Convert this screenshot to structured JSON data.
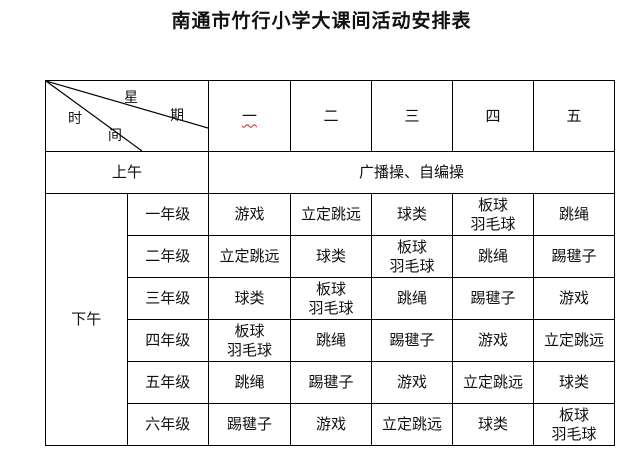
{
  "title": "南通市竹行小学大课间活动安排表",
  "header": {
    "corner": {
      "top_right": "星",
      "right": "期",
      "left": "时",
      "bottom": "间"
    },
    "days": [
      "一",
      "二",
      "三",
      "四",
      "五"
    ]
  },
  "morning": {
    "label": "上午",
    "activity": "广播操、自编操"
  },
  "afternoon": {
    "label": "下午",
    "rows": [
      {
        "grade": "一年级",
        "cells": [
          [
            "游戏"
          ],
          [
            "立定跳远"
          ],
          [
            "球类"
          ],
          [
            "板球",
            "羽毛球"
          ],
          [
            "跳绳"
          ]
        ]
      },
      {
        "grade": "二年级",
        "cells": [
          [
            "立定跳远"
          ],
          [
            "球类"
          ],
          [
            "板球",
            "羽毛球"
          ],
          [
            "跳绳"
          ],
          [
            "踢毽子"
          ]
        ]
      },
      {
        "grade": "三年级",
        "cells": [
          [
            "球类"
          ],
          [
            "板球",
            "羽毛球"
          ],
          [
            "跳绳"
          ],
          [
            "踢毽子"
          ],
          [
            "游戏"
          ]
        ]
      },
      {
        "grade": "四年级",
        "cells": [
          [
            "板球",
            "羽毛球"
          ],
          [
            "跳绳"
          ],
          [
            "踢毽子"
          ],
          [
            "游戏"
          ],
          [
            "立定跳远"
          ]
        ]
      },
      {
        "grade": "五年级",
        "cells": [
          [
            "跳绳"
          ],
          [
            "踢毽子"
          ],
          [
            "游戏"
          ],
          [
            "立定跳远"
          ],
          [
            "球类"
          ]
        ]
      },
      {
        "grade": "六年级",
        "cells": [
          [
            "踢毽子"
          ],
          [
            "游戏"
          ],
          [
            "立定跳远"
          ],
          [
            "球类"
          ],
          [
            "板球",
            "羽毛球"
          ]
        ]
      }
    ]
  }
}
